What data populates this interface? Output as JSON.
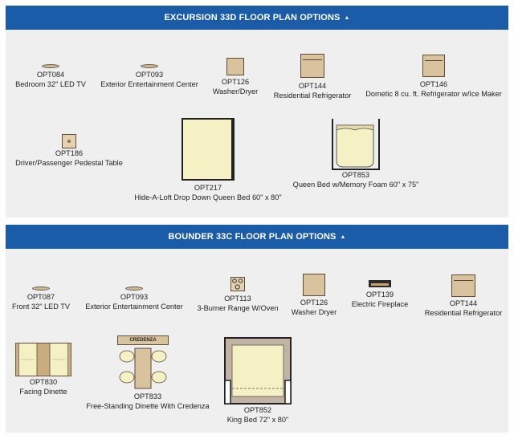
{
  "sections": [
    {
      "title": "EXCURSION 33D FLOOR PLAN OPTIONS",
      "caret": "▲",
      "options": [
        {
          "code": "OPT084",
          "name": "Bedroom 32\" LED TV",
          "icon": "tv-icon"
        },
        {
          "code": "OPT093",
          "name": "Exterior Entertainment Center",
          "icon": "tv-icon"
        },
        {
          "code": "OPT126",
          "name": "Washer/Dryer",
          "icon": "washer-dryer-icon"
        },
        {
          "code": "OPT144",
          "name": "Residential Refrigerator",
          "icon": "refrigerator-icon"
        },
        {
          "code": "OPT146",
          "name": "Dometic 8 cu. ft. Refrigerator w/Ice Maker",
          "icon": "refrigerator-icon"
        },
        {
          "code": "OPT186",
          "name": "Driver/Passenger Pedestal Table",
          "icon": "pedestal-table-icon"
        },
        {
          "code": "OPT217",
          "name": "Hide-A-Loft Drop Down Queen Bed 60\" x 80\"",
          "icon": "loft-bed-icon"
        },
        {
          "code": "OPT853",
          "name": "Queen Bed w/Memory Foam 60\" x 75\"",
          "icon": "queen-bed-icon"
        }
      ]
    },
    {
      "title": "BOUNDER 33C FLOOR PLAN OPTIONS",
      "caret": "▲",
      "options": [
        {
          "code": "OPT087",
          "name": "Front 32\" LED TV",
          "icon": "tv-icon"
        },
        {
          "code": "OPT093",
          "name": "Exterior Entertainment Center",
          "icon": "tv-icon"
        },
        {
          "code": "OPT113",
          "name": "3-Burner Range W/Oven",
          "icon": "range-icon"
        },
        {
          "code": "OPT126",
          "name": "Washer Dryer",
          "icon": "washer-dryer-icon"
        },
        {
          "code": "OPT139",
          "name": "Electric Fireplace",
          "icon": "fireplace-icon"
        },
        {
          "code": "OPT144",
          "name": "Residential Refrigerator",
          "icon": "refrigerator-icon"
        },
        {
          "code": "OPT830",
          "name": "Facing Dinette",
          "icon": "dinette-icon"
        },
        {
          "code": "OPT833",
          "name": "Free-Standing Dinette With Credenza",
          "icon": "credenza-dinette-icon",
          "icon_label": "CREDENZA"
        },
        {
          "code": "OPT852",
          "name": "King Bed 72\" x 80\"",
          "icon": "king-bed-icon"
        }
      ]
    }
  ],
  "colors": {
    "header_bar": "#1a5ca8",
    "panel": "#efefef",
    "fixture": "#d9c29e",
    "bed": "#f6f0c5"
  }
}
